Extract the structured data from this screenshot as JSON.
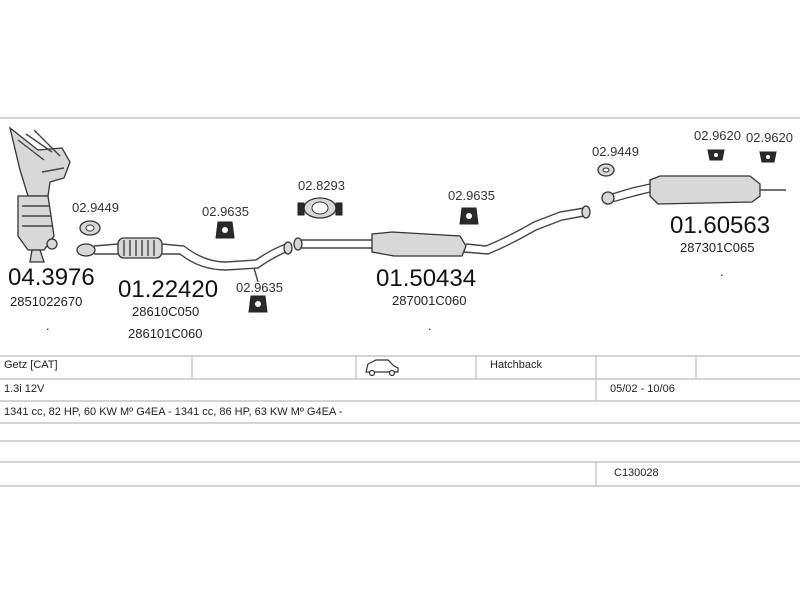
{
  "parts": {
    "manifold": {
      "code": "04.3976",
      "ref": "2851022670",
      "dot": "."
    },
    "front_pipe": {
      "code": "01.22420",
      "ref1": "28610C050",
      "ref2": "286101C060"
    },
    "centre_silencer": {
      "code": "01.50434",
      "ref": "287001C060",
      "dot": "."
    },
    "rear_silencer": {
      "code": "01.60563",
      "ref": "287301C065"
    },
    "mounts": {
      "m1": "02.9449",
      "m2": "02.9635",
      "m3": "02.9635",
      "m4": "02.8293",
      "m5": "02.9635",
      "m6": "02.9449",
      "m7": "02.9620",
      "m8": "02.9620"
    },
    "dot2": "."
  },
  "table": {
    "model": "Getz  [CAT]",
    "body_icon": "car-icon",
    "body": "Hatchback",
    "engine": "1.3i 12V",
    "years": "05/02 - 10/06",
    "spec": "1341 cc, 82 HP, 60 KW Mº G4EA - 1341 cc, 86 HP, 63 KW Mº G4EA -",
    "code": "C130028"
  }
}
